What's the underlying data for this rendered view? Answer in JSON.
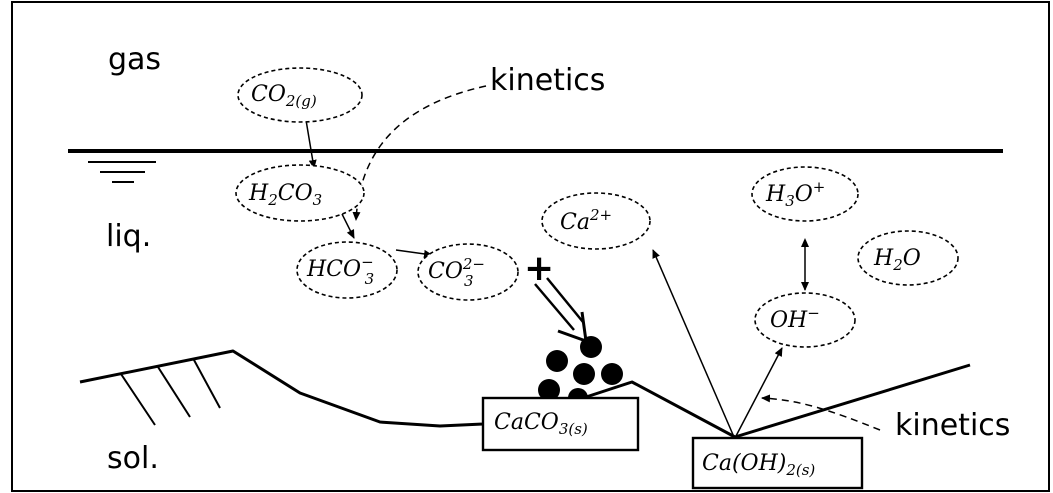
{
  "phases": {
    "gas": "gas",
    "liquid": "liq.",
    "solid": "sol."
  },
  "labels": {
    "kinetics_top": "kinetics",
    "kinetics_bottom": "kinetics",
    "plus": "+"
  },
  "species": {
    "co2g": {
      "main": "CO",
      "sub": "2(g)"
    },
    "h2co3": {
      "a": "H",
      "a_sub": "2",
      "b": "CO",
      "b_sub": "3"
    },
    "hco3": {
      "main": "HCO",
      "sub": "3",
      "sup": "−"
    },
    "co3": {
      "main": "CO",
      "sub": "3",
      "sup": "2−"
    },
    "ca": {
      "main": "Ca",
      "sup": "2+"
    },
    "h3o": {
      "a": "H",
      "a_sub": "3",
      "b": "O",
      "sup": "+"
    },
    "h2o": {
      "a": "H",
      "a_sub": "2",
      "b": "O"
    },
    "oh": {
      "main": "OH",
      "sup": "−"
    }
  },
  "solids": {
    "caco3": {
      "main": "CaCO",
      "sub": "3(s)"
    },
    "caoh2": {
      "a": "Ca(OH)",
      "a_sub": "2(s)"
    }
  }
}
